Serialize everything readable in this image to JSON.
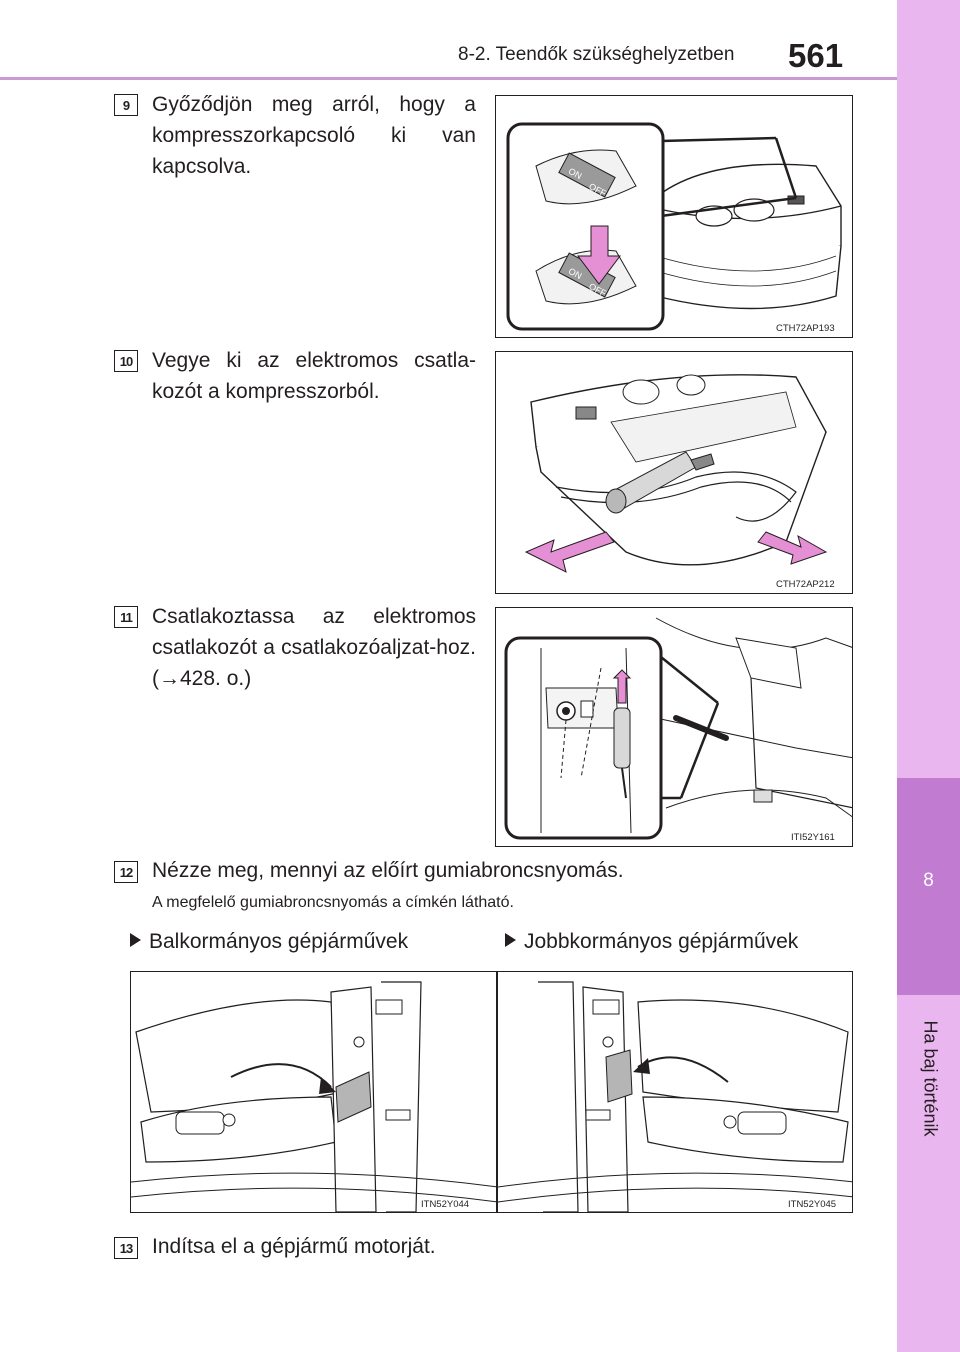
{
  "header": {
    "section": "8-2. Teendők szükséghelyzetben",
    "page_number": "561"
  },
  "side_tab": {
    "chapter_number": "8",
    "chapter_title": "Ha baj történik"
  },
  "steps": [
    {
      "number": "9",
      "text": "Győződjön meg arról, hogy a kompresszorkapcsoló ki van kapcsolva.",
      "figure_code": "CTH72AP193",
      "switch_labels": [
        "ON",
        "OFF"
      ]
    },
    {
      "number": "10",
      "text": "Vegye ki az elektromos csatla-kozót a kompresszorból.",
      "figure_code": "CTH72AP212"
    },
    {
      "number": "11",
      "text": "Csatlakoztassa az elektromos csatlakozót a csatlakozóaljzat-hoz. (→428. o.)",
      "figure_code": "ITI52Y161"
    },
    {
      "number": "12",
      "text": "Nézze meg, mennyi az előírt gumiabroncsnyomás.",
      "note": "A megfelelő gumiabroncsnyomás a címkén látható."
    },
    {
      "number": "13",
      "text": "Indítsa el a gépjármű motorját."
    }
  ],
  "variants": [
    {
      "label": "Balkormányos gépjárművek",
      "figure_code": "ITN52Y044"
    },
    {
      "label": "Jobbkormányos gépjárművek",
      "figure_code": "ITN52Y045"
    }
  ],
  "colors": {
    "accent_pink": "#e58fd5",
    "side_tab_light": "#eab6ef",
    "side_tab_dark": "#c17bd1",
    "header_rule": "#c99bd6"
  }
}
